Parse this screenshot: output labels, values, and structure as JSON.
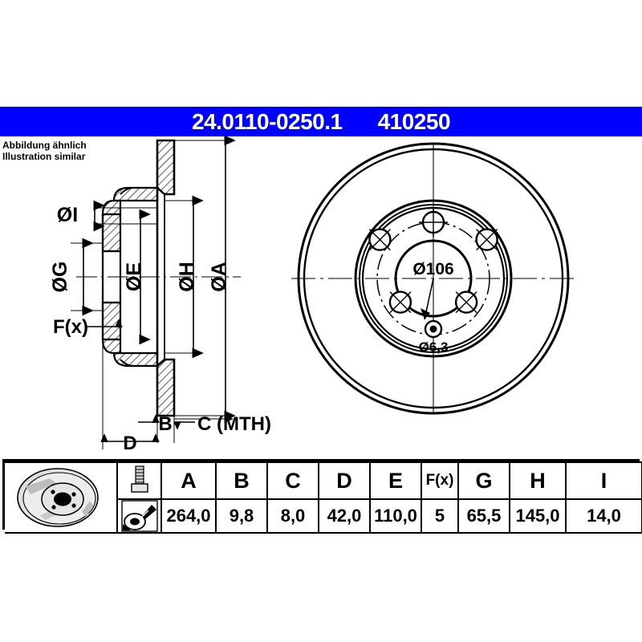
{
  "header": {
    "part_number": "24.0110-0250.1",
    "article_number": "410250",
    "background_color": "#0000ff",
    "text_color": "#ffffff"
  },
  "note": {
    "line_de": "Abbildung ähnlich",
    "line_en": "Illustration similar"
  },
  "drawing": {
    "section_view": {
      "labels": [
        {
          "key": "I",
          "text": "ØI",
          "orientation": "horizontal"
        },
        {
          "key": "G",
          "text": "ØG",
          "orientation": "vertical"
        },
        {
          "key": "E",
          "text": "ØE",
          "orientation": "vertical"
        },
        {
          "key": "H",
          "text": "ØH",
          "orientation": "vertical"
        },
        {
          "key": "A",
          "text": "ØA",
          "orientation": "vertical"
        },
        {
          "key": "Fx",
          "text": "F(x)",
          "orientation": "horizontal"
        },
        {
          "key": "B",
          "text": "B",
          "orientation": "horizontal"
        },
        {
          "key": "C",
          "text": "C (MTH)",
          "orientation": "horizontal"
        },
        {
          "key": "D",
          "text": "D",
          "orientation": "horizontal"
        }
      ]
    },
    "face_view": {
      "bolt_circle_label": "Ø106",
      "small_hole_label": "Ø6,3",
      "bolt_hole_count": 5
    }
  },
  "spec_table": {
    "icons": [
      {
        "name": "brake-disc-illustration"
      },
      {
        "name": "bolt-and-gauge-illustration"
      }
    ],
    "columns": [
      "A",
      "B",
      "C",
      "D",
      "E",
      "F(x)",
      "G",
      "H",
      "I"
    ],
    "values": [
      "264,0",
      "9,8",
      "8,0",
      "42,0",
      "110,0",
      "5",
      "65,5",
      "145,0",
      "14,0"
    ]
  }
}
